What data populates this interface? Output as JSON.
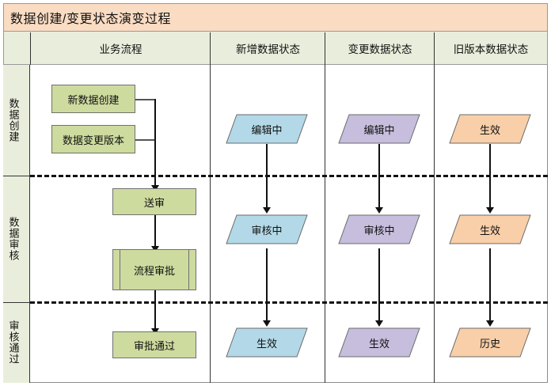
{
  "diagram": {
    "title": "数据创建/变更状态演变过程",
    "type": "cross-functional-flowchart",
    "title_bar_color": "#fadcc3",
    "header_color": "#e9eedc",
    "columns": [
      {
        "key": "lane",
        "label": ""
      },
      {
        "key": "process",
        "label": "业务流程"
      },
      {
        "key": "new_data",
        "label": "新增数据状态"
      },
      {
        "key": "changed_data",
        "label": "变更数据状态"
      },
      {
        "key": "old_version",
        "label": "旧版本数据状态"
      }
    ],
    "lanes": [
      {
        "key": "create",
        "label": "数据创建"
      },
      {
        "key": "review",
        "label": "数据审核"
      },
      {
        "key": "approved",
        "label": "审核通过"
      }
    ],
    "process_nodes": [
      {
        "id": "n1",
        "label": "新数据创建",
        "shape": "process"
      },
      {
        "id": "n2",
        "label": "数据变更版本",
        "shape": "process"
      },
      {
        "id": "n3",
        "label": "送审",
        "shape": "process"
      },
      {
        "id": "n4",
        "label": "流程审批",
        "shape": "predefined-process"
      },
      {
        "id": "n5",
        "label": "审批通过",
        "shape": "process"
      }
    ],
    "state_nodes": [
      {
        "id": "s1",
        "lane": "create",
        "column": "new_data",
        "label": "编辑中",
        "color": "#b3d9e8"
      },
      {
        "id": "s2",
        "lane": "create",
        "column": "changed_data",
        "label": "编辑中",
        "color": "#c6bedc"
      },
      {
        "id": "s3",
        "lane": "create",
        "column": "old_version",
        "label": "生效",
        "color": "#f8cfa8"
      },
      {
        "id": "s4",
        "lane": "review",
        "column": "new_data",
        "label": "审核中",
        "color": "#b3d9e8"
      },
      {
        "id": "s5",
        "lane": "review",
        "column": "changed_data",
        "label": "审核中",
        "color": "#c6bedc"
      },
      {
        "id": "s6",
        "lane": "review",
        "column": "old_version",
        "label": "生效",
        "color": "#f8cfa8"
      },
      {
        "id": "s7",
        "lane": "approved",
        "column": "new_data",
        "label": "生效",
        "color": "#b3d9e8"
      },
      {
        "id": "s8",
        "lane": "approved",
        "column": "changed_data",
        "label": "生效",
        "color": "#c6bedc"
      },
      {
        "id": "s9",
        "lane": "approved",
        "column": "old_version",
        "label": "历史",
        "color": "#f8cfa8"
      }
    ],
    "edges": [
      {
        "from": "n1",
        "to": "n3"
      },
      {
        "from": "n2",
        "to": "n3"
      },
      {
        "from": "n3",
        "to": "n4"
      },
      {
        "from": "n4",
        "to": "n5"
      },
      {
        "from": "s1",
        "to": "s4"
      },
      {
        "from": "s4",
        "to": "s7"
      },
      {
        "from": "s2",
        "to": "s5"
      },
      {
        "from": "s5",
        "to": "s8"
      },
      {
        "from": "s3",
        "to": "s6"
      },
      {
        "from": "s6",
        "to": "s9"
      }
    ]
  }
}
